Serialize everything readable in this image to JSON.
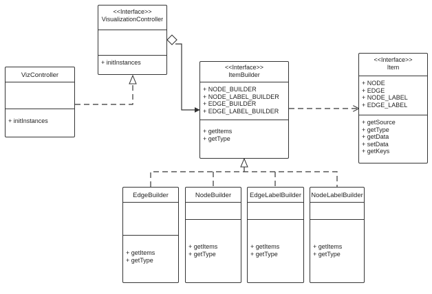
{
  "classes": {
    "viz_controller": {
      "stereotype": "<<Interface>>",
      "name": "VisualizationController",
      "operations": [
        "+ initInstances"
      ]
    },
    "viz": {
      "name": "VizController",
      "operations": [
        "+ initInstances"
      ]
    },
    "item_builder": {
      "stereotype": "<<Interface>>",
      "name": "ItemBuilder",
      "attributes": [
        "+ NODE_BUILDER",
        "+ NODE_LABEL_BUILDER",
        "+ EDGE_BUILDER",
        "+ EDGE_LABEL_BUILDER"
      ],
      "operations": [
        "+ getItems",
        "+ getType"
      ]
    },
    "item": {
      "stereotype": "<<Interface>>",
      "name": "Item",
      "attributes": [
        "+ NODE",
        "+ EDGE",
        "+ NODE_LABEL",
        "+ EDGE_LABEL"
      ],
      "operations": [
        "+ getSource",
        "+ getType",
        "+ getData",
        "+ setData",
        "+ getKeys"
      ]
    },
    "edge_builder": {
      "name": "EdgeBuilder",
      "operations": [
        "+ getItems",
        "+ getType"
      ]
    },
    "node_builder": {
      "name": "NodeBuilder",
      "operations": [
        "+ getItems",
        "+ getType"
      ]
    },
    "edge_label_builder": {
      "name": "EdgeLabelBuilder",
      "operations": [
        "+ getItems",
        "+ getType"
      ]
    },
    "node_label_builder": {
      "name": "NodeLabelBuilder",
      "operations": [
        "+ getItems",
        "+ getType"
      ]
    }
  },
  "relations": [
    {
      "type": "realization",
      "from": "viz",
      "to": "viz_controller"
    },
    {
      "type": "aggregation",
      "from": "viz_controller",
      "to": "item_builder"
    },
    {
      "type": "dependency",
      "from": "item_builder",
      "to": "item"
    },
    {
      "type": "realization",
      "from": "edge_builder",
      "to": "item_builder"
    },
    {
      "type": "realization",
      "from": "node_builder",
      "to": "item_builder"
    },
    {
      "type": "realization",
      "from": "edge_label_builder",
      "to": "item_builder"
    },
    {
      "type": "realization",
      "from": "node_label_builder",
      "to": "item_builder"
    }
  ],
  "colors": {
    "line": "#333333",
    "background": "#ffffff"
  }
}
